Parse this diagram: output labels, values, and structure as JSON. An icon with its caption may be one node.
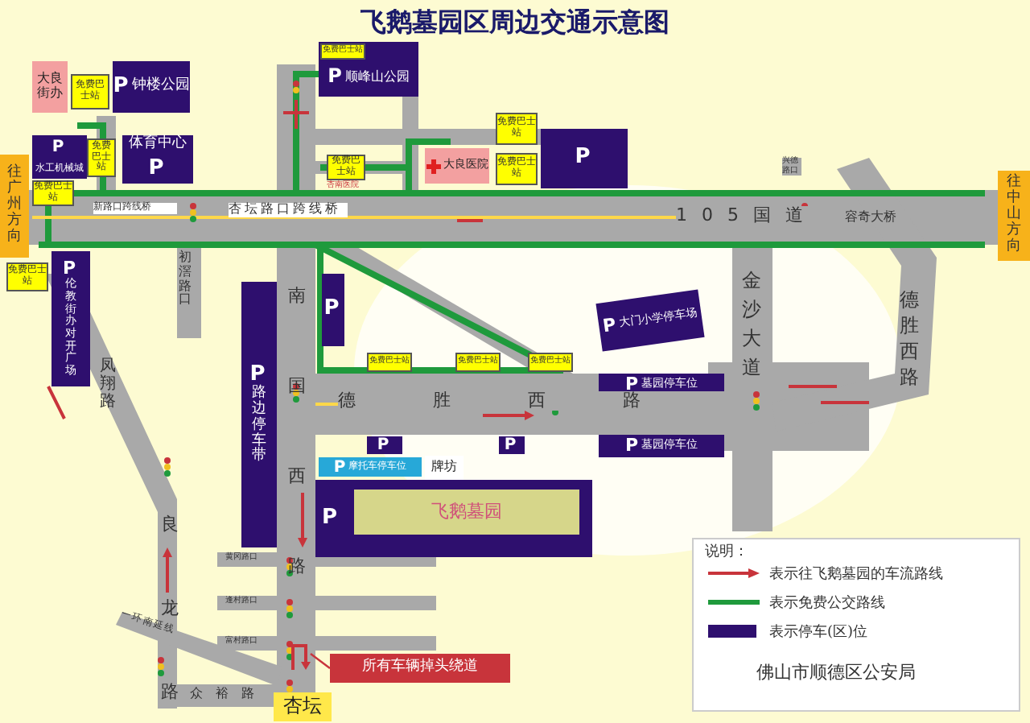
{
  "diagram": {
    "title": "飞鹅墓园区周边交通示意图",
    "nodes": [
      {
        "text": [
          "大良街办"
        ]
      },
      {
        "text": [
          "免费巴士站"
        ]
      },
      {
        "text": [
          "P",
          "钟楼公园"
        ]
      },
      {
        "text": [
          "免费巴士站"
        ]
      },
      {
        "text": [
          "体育中心",
          "P"
        ]
      },
      {
        "text": [
          "P",
          "水工机械城"
        ]
      },
      {
        "text": [
          "免费巴士站"
        ]
      },
      {
        "text": [
          "往广州方向"
        ]
      },
      {
        "text": [
          "P",
          "伦教街办对开广场"
        ]
      },
      {
        "text": [
          "免费巴士站"
        ]
      },
      {
        "text": [
          "P",
          "顺峰山公园"
        ]
      },
      {
        "text": [
          "免费巴士站"
        ],
        "in": 10
      },
      {
        "text": [
          "免费巴士站"
        ]
      },
      {
        "text": [
          "大良医院"
        ]
      },
      {
        "text": [
          "P"
        ]
      },
      {
        "text": [
          "免费巴士站"
        ]
      },
      {
        "text": [
          "免费巴士站"
        ]
      },
      {
        "text": [
          "P",
          "大门小学停车场"
        ]
      },
      {
        "text": [
          "P",
          "路边停车带"
        ]
      },
      {
        "text": [
          "P"
        ]
      },
      {
        "text": [
          "免费巴士站"
        ]
      },
      {
        "text": [
          "免费巴士站"
        ]
      },
      {
        "text": [
          "免费巴士站"
        ]
      },
      {
        "text": [
          "P",
          "墓园停车位"
        ]
      },
      {
        "text": [
          "P",
          "墓园停车位"
        ]
      },
      {
        "text": [
          "P"
        ]
      },
      {
        "text": [
          "P"
        ]
      },
      {
        "text": [
          "P",
          "摩托车停车位"
        ]
      },
      {
        "text": [
          "牌坊"
        ]
      },
      {
        "text": [
          "P"
        ]
      },
      {
        "text": [
          "飞鹅墓园"
        ],
        "in": 29
      },
      {
        "text": [
          "杏坛"
        ]
      },
      {
        "text": [
          "所有车辆掉头绕道"
        ]
      },
      {
        "text": [
          "往中山方向"
        ]
      },
      {
        "text": [],
        "shape": "picture"
      }
    ],
    "edges": [
      {
        "from": 32,
        "to": 34,
        "arrow": "none"
      }
    ],
    "labels": [
      "杏南医院",
      "新路口跨线桥",
      "杏坛路口跨线桥",
      "初滘路口",
      "105国道",
      "兴德路口",
      "容奇大桥",
      "金沙大道",
      "德胜西路",
      "南国西路",
      "德胜西路",
      "凤翔路",
      "良龙路",
      "一环南延线",
      "众裕路",
      "黄冈路口",
      "逢村路口",
      "富村路口",
      "说明：",
      "佛山市顺德区公安局"
    ],
    "legend": [
      {
        "text": "表示往飞鹅墓园的车流路线"
      },
      {
        "text": "表示免费公交路线"
      },
      {
        "text": "表示停车(区)位",
        "color": "#2e0f6e"
      }
    ]
  }
}
